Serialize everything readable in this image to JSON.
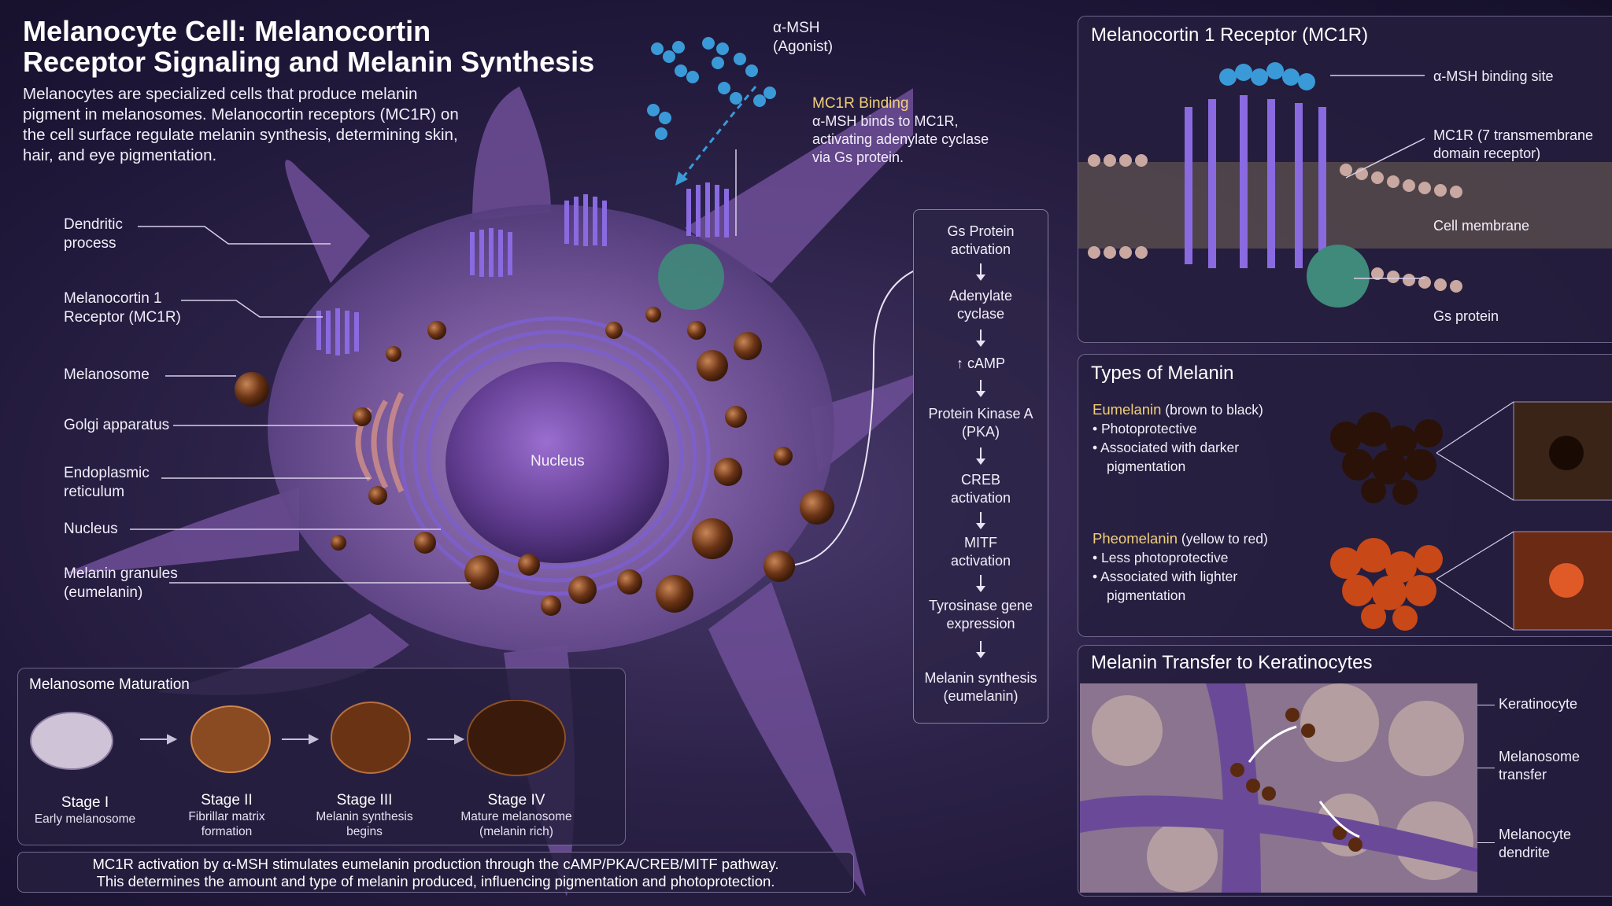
{
  "header": {
    "title_line1": "Melanocyte Cell: Melanocortin",
    "title_line2": "Receptor Signaling and Melanin Synthesis",
    "intro": "Melanocytes are specialized cells that produce melanin pigment in melanosomes. Melanocortin receptors (MC1R) on the cell surface regulate melanin synthesis, determining skin, hair, and eye pigmentation."
  },
  "cell_labels": {
    "dendritic_1": "Dendritic",
    "dendritic_2": "process",
    "mc1r_1": "Melanocortin 1",
    "mc1r_2": "Receptor (MC1R)",
    "melanosome": "Melanosome",
    "golgi": "Golgi apparatus",
    "er_1": "Endoplasmic",
    "er_2": "reticulum",
    "nucleus": "Nucleus",
    "granules_1": "Melanin granules",
    "granules_2": "(eumelanin)",
    "nucleus_center": "Nucleus"
  },
  "agonist": {
    "line1": "α-MSH",
    "line2": "(Agonist)"
  },
  "binding": {
    "title": "MC1R Binding",
    "line1": "α-MSH binds to MC1R,",
    "line2": "activating adenylate cyclase",
    "line3": "via Gs protein."
  },
  "pathway": {
    "steps": [
      {
        "l1": "Gs Protein",
        "l2": "activation"
      },
      {
        "l1": "Adenylate",
        "l2": "cyclase"
      },
      {
        "l1": "↑ cAMP",
        "l2": ""
      },
      {
        "l1": "Protein Kinase A",
        "l2": "(PKA)"
      },
      {
        "l1": "CREB",
        "l2": "activation"
      },
      {
        "l1": "MITF",
        "l2": "activation"
      },
      {
        "l1": "Tyrosinase gene",
        "l2": "expression"
      },
      {
        "l1": "Melanin synthesis",
        "l2": "(eumelanin)"
      }
    ]
  },
  "maturation": {
    "title": "Melanosome Maturation",
    "stages": [
      {
        "name": "Stage I",
        "desc1": "Early melanosome",
        "desc2": ""
      },
      {
        "name": "Stage II",
        "desc1": "Fibrillar matrix",
        "desc2": "formation"
      },
      {
        "name": "Stage III",
        "desc1": "Melanin synthesis",
        "desc2": "begins"
      },
      {
        "name": "Stage IV",
        "desc1": "Mature melanosome",
        "desc2": "(melanin rich)"
      }
    ]
  },
  "footer": {
    "line1": "MC1R activation by α-MSH stimulates eumelanin production through the cAMP/PKA/CREB/MITF pathway.",
    "line2": "This determines the amount and type of melanin produced, influencing pigmentation and photoprotection."
  },
  "receptor_panel": {
    "title": "Melanocortin 1 Receptor (MC1R)",
    "binding_site": "α-MSH binding site",
    "mc1r_1": "MC1R (7 transmembrane",
    "mc1r_2": "domain receptor)",
    "membrane": "Cell membrane",
    "gs": "Gs protein"
  },
  "melanin_panel": {
    "title": "Types of Melanin",
    "eu_name": "Eumelanin",
    "eu_color": "(brown to black)",
    "eu_b1": "Photoprotective",
    "eu_b2a": "Associated with darker",
    "eu_b2b": "pigmentation",
    "pheo_name": "Pheomelanin",
    "pheo_color": "(yellow to red)",
    "pheo_b1": "Less photoprotective",
    "pheo_b2a": "Associated with lighter",
    "pheo_b2b": "pigmentation"
  },
  "transfer_panel": {
    "title": "Melanin Transfer to Keratinocytes",
    "keratinocyte": "Keratinocyte",
    "transfer_1": "Melanosome",
    "transfer_2": "transfer",
    "dendrite_1": "Melanocyte",
    "dendrite_2": "dendrite"
  },
  "colors": {
    "accent_gold": "#f0cf7a",
    "membrane_purple": "#7a5aa8",
    "melanin_brown": "#6b3416",
    "receptor_violet": "#8a6ae0",
    "gs_teal": "#3f8a7a",
    "agonist_blue": "#3a9ad8"
  }
}
